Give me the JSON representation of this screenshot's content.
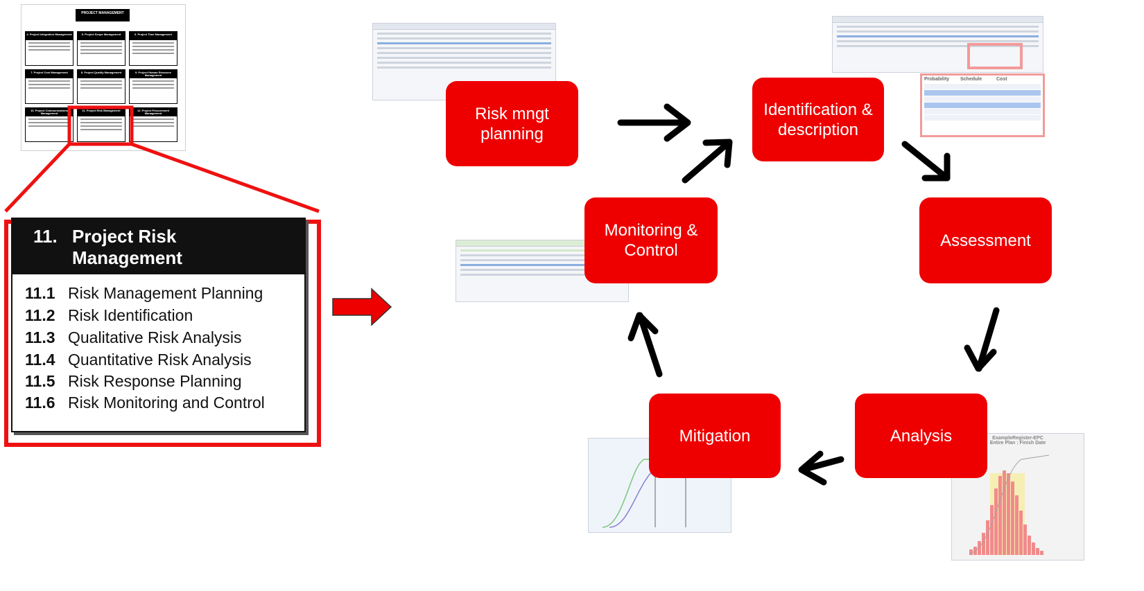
{
  "pmbok_overview": {
    "title": "PROJECT MANAGEMENT",
    "cards": [
      "4. Project Integration Management",
      "5. Project Scope Management",
      "6. Project Time Management",
      "7. Project Cost Management",
      "8. Project Quality Management",
      "9. Project Human Resource Management",
      "10. Project Communications Management",
      "11. Project Risk Management",
      "12. Project Procurement Management"
    ]
  },
  "zoom_card": {
    "number": "11.",
    "title_line1": "Project Risk",
    "title_line2": "Management",
    "items": [
      {
        "num": "11.1",
        "label": "Risk Management Planning"
      },
      {
        "num": "11.2",
        "label": "Risk Identification"
      },
      {
        "num": "11.3",
        "label": "Qualitative Risk Analysis"
      },
      {
        "num": "11.4",
        "label": "Quantitative Risk Analysis"
      },
      {
        "num": "11.5",
        "label": "Risk Response Planning"
      },
      {
        "num": "11.6",
        "label": "Risk Monitoring and Control"
      }
    ]
  },
  "process": {
    "planning": "Risk mngt planning",
    "identification": "Identification & description",
    "assessment": "Assessment",
    "analysis": "Analysis",
    "mitigation": "Mitigation",
    "monitoring": "Monitoring & Control"
  },
  "matrix": {
    "headers": [
      "Probability",
      "Schedule",
      "Cost"
    ]
  },
  "histogram": {
    "title": "ExampleRegister-EPC",
    "subtitle": "Entire Plan : Finish Date"
  },
  "colors": {
    "accent": "#ee0000",
    "frame": "#ee1111",
    "arrow": "#000000"
  }
}
